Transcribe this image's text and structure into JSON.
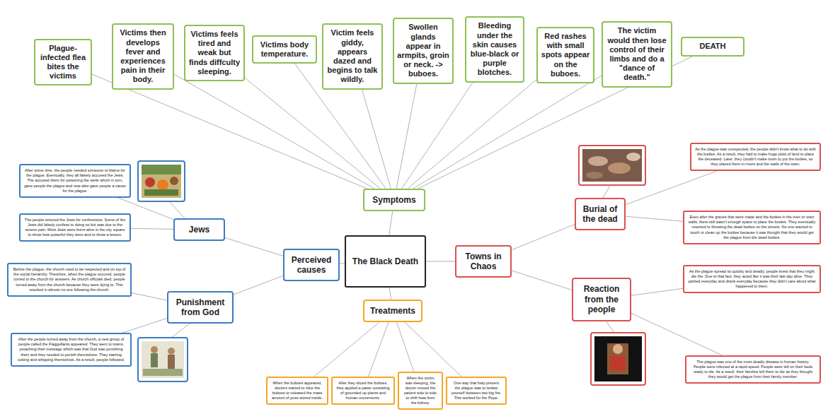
{
  "diagram": {
    "nodes": [
      {
        "text": [
          "Plague-infected flea bites the victims"
        ]
      },
      {
        "text": [
          "Victims then develops fever and experiences pain in their body."
        ]
      },
      {
        "text": [
          "Victims feels tired and weak but finds diffculty sleeping."
        ]
      },
      {
        "text": [
          "Victims body temperature."
        ]
      },
      {
        "text": [
          "Victim feels giddy, appears dazed and begins to talk wildly."
        ]
      },
      {
        "text": [
          "Swollen glands appear in armpits, groin or neck. -> buboes."
        ]
      },
      {
        "text": [
          "Bleeding under the skin causes blue-black or purple blotches."
        ]
      },
      {
        "text": [
          "Red rashes with small spots appear on the buboes."
        ]
      },
      {
        "text": [
          "The victim would then lose control of their limbs and do a \"dance of death.\""
        ]
      },
      {
        "text": [
          "DEATH"
        ]
      },
      {
        "text": [
          "Symptoms"
        ]
      },
      {
        "text": [
          "After some time, the people needed someone to blame for the plague. Eventually, they all falsely accused the Jews. The accused them for poisoning the wells which in turn, gave people the plague and now also gave people a cause for the plague."
        ]
      },
      {
        "text": [
          "The people tortured the Jews for confessions. Some of the Jews did falsely confess to doing so but was due to the severe pain. Most Jews were burnt alive in the city square to show how powerful they were and to show a lesson."
        ]
      },
      {
        "text": [
          "Jews"
        ]
      },
      {
        "text": [
          "Perceived causes"
        ]
      },
      {
        "text": [
          "The Black Death"
        ]
      },
      {
        "text": [
          "Towns in Chaos"
        ]
      },
      {
        "text": [
          "As the plague was unexpected, the people didn't know what to do with the bodies. As a result, they had to make huge plots of land to place the deceased. Later, they couldn't make room to put the bodies, so they placed them in rivers and the walls of the town."
        ]
      },
      {
        "text": [
          "Burial of the dead"
        ]
      },
      {
        "text": [
          "Even after the graves that were made and the bodies in the river or town walls, there still wasn't enough space to place the bodies. They eventually resorted to throwing the dead bodies on the streets. No one wanted to touch or clean up the bodies because it was thought that they would get the plague from the dead bodies."
        ]
      },
      {
        "text": [
          "Before the plague, the church used to be respected and on top of the social hierarchy. Therefore, when the plague occured, people turned to the church for answers. As church officials died, people turned away from the church because they were dying to. This resulted in almost no one following the church."
        ]
      },
      {
        "text": [
          "Punishment from God"
        ]
      },
      {
        "text": [
          "Reaction from the people"
        ]
      },
      {
        "text": [
          "As the plague spread so quickly and deadly, people knew that they might die the. Due to that fact, they acted like it was their last day alive. They partied everyday and drank everyday because they didn't care about what happened to them."
        ]
      },
      {
        "text": [
          "Treatments"
        ]
      },
      {
        "text": [
          "After the people turned away from the church, a new group of people called the Flaggellants appeared. They went to towns, preaching their message which was that God was punishing them and they needed to punish themselves. They starting cutting and whipping themselves. As a result, people followed."
        ]
      },
      {
        "text": [
          "The plague was one of the most deadly disease in human history. People were infected at a rapid speed. People were left on their beds ready to die. As a result, their families left them to die as they thought they would get the plague from their family member."
        ]
      },
      {
        "text": [
          "When the buboes appeared, doctors started to slice the buboes to released the mass amount of puss stored inside."
        ]
      },
      {
        "text": [
          "After they sliced the buboes, they applied a paste consisting of grounded up plants and human excrements."
        ]
      },
      {
        "text": [
          "When the victim was sleeping, the doctor moved the patient side to side to shift heat from the kidney."
        ]
      },
      {
        "text": [
          "One way that help prevent the plague was to isolate yourself between two big fire. This worked for the Pope."
        ]
      }
    ],
    "edges": [
      {
        "from": 10,
        "to": 0,
        "arrow": "none"
      },
      {
        "from": 10,
        "to": 1,
        "arrow": "none"
      },
      {
        "from": 10,
        "to": 2,
        "arrow": "none"
      },
      {
        "from": 10,
        "to": 3,
        "arrow": "none"
      },
      {
        "from": 10,
        "to": 4,
        "arrow": "none"
      },
      {
        "from": 10,
        "to": 5,
        "arrow": "none"
      },
      {
        "from": 10,
        "to": 6,
        "arrow": "none"
      },
      {
        "from": 10,
        "to": 7,
        "arrow": "none"
      },
      {
        "from": 10,
        "to": 8,
        "arrow": "none"
      },
      {
        "from": 10,
        "to": 9,
        "arrow": "none"
      },
      {
        "from": 15,
        "to": 10,
        "arrow": "none"
      },
      {
        "from": 15,
        "to": 14,
        "arrow": "none"
      },
      {
        "from": 15,
        "to": 24,
        "arrow": "none"
      },
      {
        "from": 15,
        "to": 16,
        "arrow": "none"
      },
      {
        "from": 14,
        "to": 13,
        "arrow": "none"
      },
      {
        "from": 14,
        "to": 21,
        "arrow": "none"
      },
      {
        "from": 13,
        "to": 11,
        "arrow": "none"
      },
      {
        "from": 13,
        "to": 12,
        "arrow": "none"
      },
      {
        "from": 21,
        "to": 20,
        "arrow": "none"
      },
      {
        "from": 21,
        "to": 25,
        "arrow": "none"
      },
      {
        "from": 24,
        "to": 27,
        "arrow": "none"
      },
      {
        "from": 24,
        "to": 28,
        "arrow": "none"
      },
      {
        "from": 24,
        "to": 29,
        "arrow": "none"
      },
      {
        "from": 24,
        "to": 30,
        "arrow": "none"
      },
      {
        "from": 16,
        "to": 18,
        "arrow": "none"
      },
      {
        "from": 16,
        "to": 22,
        "arrow": "none"
      },
      {
        "from": 18,
        "to": 17,
        "arrow": "none"
      },
      {
        "from": 18,
        "to": 19,
        "arrow": "none"
      },
      {
        "from": 22,
        "to": 23,
        "arrow": "none"
      },
      {
        "from": 22,
        "to": 26,
        "arrow": "none"
      }
    ]
  }
}
